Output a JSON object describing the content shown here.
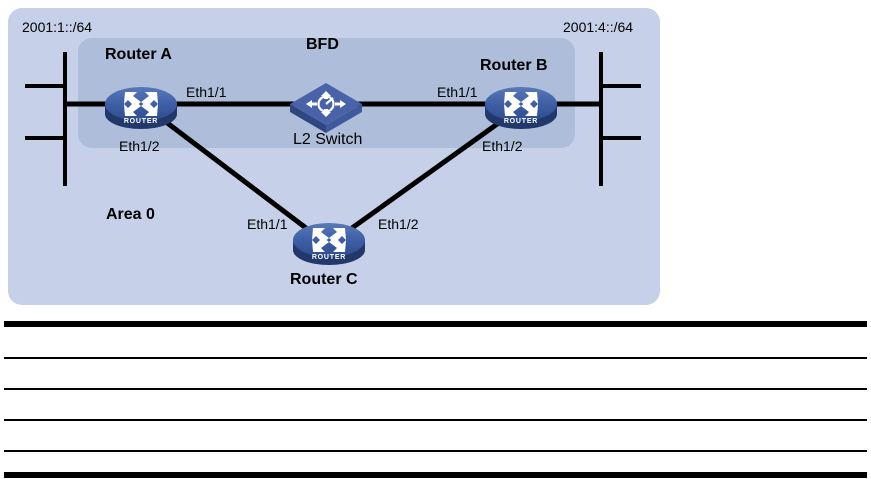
{
  "figure": {
    "type": "network-topology-diagram",
    "area_label": "Area 0",
    "bfd_label": "BFD",
    "networks": {
      "left": "2001:1::/64",
      "right": "2001:4::/64"
    },
    "devices": [
      {
        "id": "router-a",
        "label": "Router A",
        "icon": "router-icon"
      },
      {
        "id": "router-b",
        "label": "Router B",
        "icon": "router-icon"
      },
      {
        "id": "router-c",
        "label": "Router C",
        "icon": "router-icon"
      },
      {
        "id": "l2-switch",
        "label": "L2 Switch",
        "icon": "switch-icon"
      }
    ],
    "interfaces": {
      "router_a_eth1_1": "Eth1/1",
      "router_a_eth1_2": "Eth1/2",
      "router_b_eth1_1": "Eth1/1",
      "router_b_eth1_2": "Eth1/2",
      "router_c_eth1_1": "Eth1/1",
      "router_c_eth1_2": "Eth1/2"
    },
    "router_badge_text": "ROUTER",
    "colors": {
      "outer_panel": "#c6d0e8",
      "inner_panel": "#aebdd9",
      "device_blue": "#3a5ba0",
      "device_blue_dark": "#2d4680",
      "link_black": "#000000"
    }
  },
  "table": {
    "rows": [
      {
        "cells": [
          "",
          ""
        ]
      },
      {
        "cells": [
          "",
          ""
        ]
      },
      {
        "cells": [
          "",
          ""
        ]
      },
      {
        "cells": [
          "",
          ""
        ]
      }
    ]
  }
}
